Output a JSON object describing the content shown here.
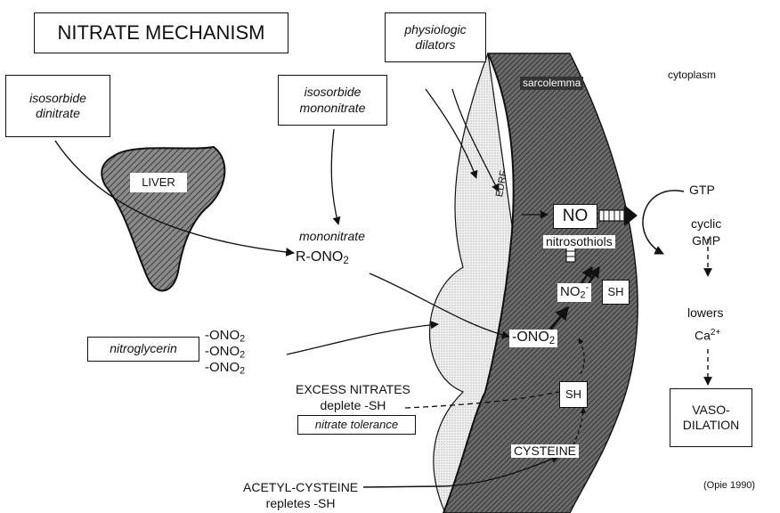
{
  "title": "NITRATE MECHANISM",
  "drugs": {
    "isosorbide_dinitrate": [
      "isosorbide",
      "dinitrate"
    ],
    "isosorbide_mononitrate": [
      "isosorbide",
      "mononitrate"
    ],
    "physiologic_dilators": [
      "physiologic",
      "dilators"
    ],
    "nitroglycerin": "nitroglycerin",
    "ono2_group": [
      "-ONO",
      "2"
    ]
  },
  "liver": "LIVER",
  "mononitrate": {
    "name": "mononitrate",
    "formula": "R-ONO",
    "sub": "2"
  },
  "membrane": {
    "sarcolemma": "sarcolemma",
    "cytoplasm": "cytoplasm",
    "edrf": "EDRF"
  },
  "pathway": {
    "no": "NO",
    "nitrosothiols": "nitrosothiols",
    "no2": "NO",
    "no2_sub": "2",
    "no2_sup": "-",
    "sh": "SH",
    "ono2": "-ONO",
    "ono2_sub": "2",
    "cysteine": "CYSTEINE"
  },
  "cyclic": {
    "gtp": "GTP",
    "cyclic_gmp": [
      "cyclic",
      "GMP"
    ],
    "lowers": "lowers",
    "ca": "Ca",
    "ca_sup": "2+",
    "vasodilation": [
      "VASO-",
      "DILATION"
    ]
  },
  "notes": {
    "excess": [
      "EXCESS NITRATES",
      "deplete -SH"
    ],
    "tolerance": "nitrate tolerance",
    "acetyl": [
      "ACETYL-CYSTEINE",
      "repletes -SH"
    ],
    "citation": "(Opie 1990)"
  },
  "colors": {
    "ink": "#111111",
    "band": "#555555",
    "stipple": "#cfcfcf"
  }
}
